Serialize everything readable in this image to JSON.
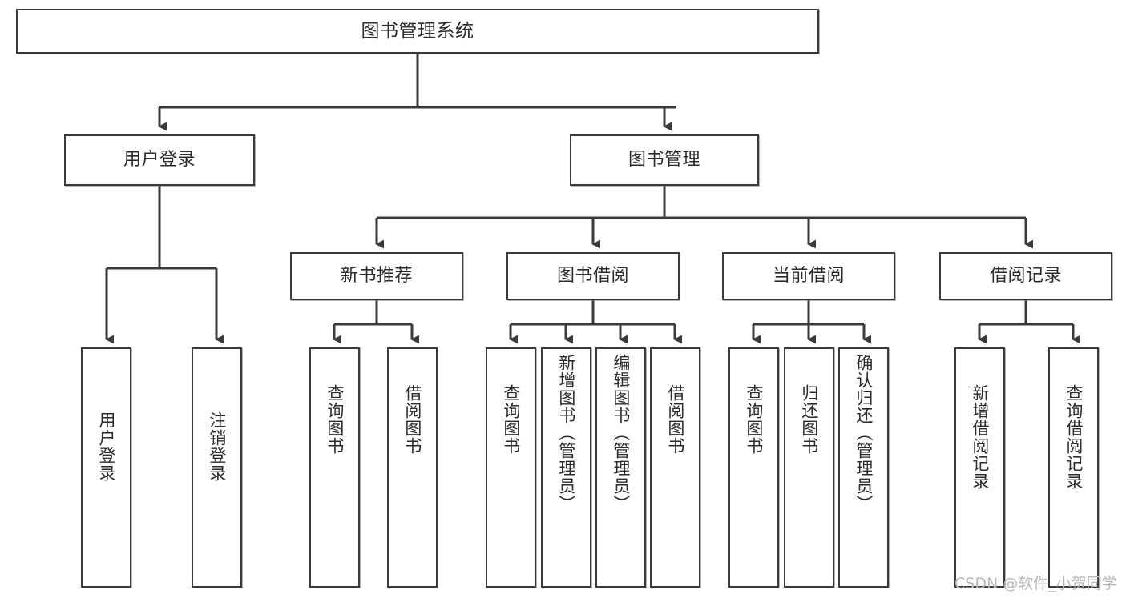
{
  "diagram": {
    "type": "tree-hierarchy-chart",
    "title": "图书管理系统",
    "watermark": "CSDN @软件_小贺同学",
    "colors": {
      "node_border": "#3a3a3a",
      "node_fill": "#ffffff",
      "edge": "#3a3a3a",
      "text": "#2b2b2b",
      "watermark": "#b9b9b9",
      "background": "#ffffff"
    },
    "root": {
      "label": "图书管理系统"
    },
    "level2": [
      {
        "label": "用户登录"
      },
      {
        "label": "图书管理"
      }
    ],
    "level3": [
      {
        "label": "新书推荐"
      },
      {
        "label": "图书借阅"
      },
      {
        "label": "当前借阅"
      },
      {
        "label": "借阅记录"
      }
    ],
    "leaves": {
      "user_login": [
        {
          "label": "用户登录"
        },
        {
          "label": "注销登录"
        }
      ],
      "new_book": [
        {
          "label": "查询图书"
        },
        {
          "label": "借阅图书"
        }
      ],
      "book_borrow": [
        {
          "label": "查询图书"
        },
        {
          "label": "新增图书（管理员）"
        },
        {
          "label": "编辑图书（管理员）"
        },
        {
          "label": "借阅图书"
        }
      ],
      "current_borrow": [
        {
          "label": "查询图书"
        },
        {
          "label": "归还图书"
        },
        {
          "label": "确认归还（管理员）"
        }
      ],
      "borrow_record": [
        {
          "label": "新增借阅记录"
        },
        {
          "label": "查询借阅记录"
        }
      ]
    }
  }
}
